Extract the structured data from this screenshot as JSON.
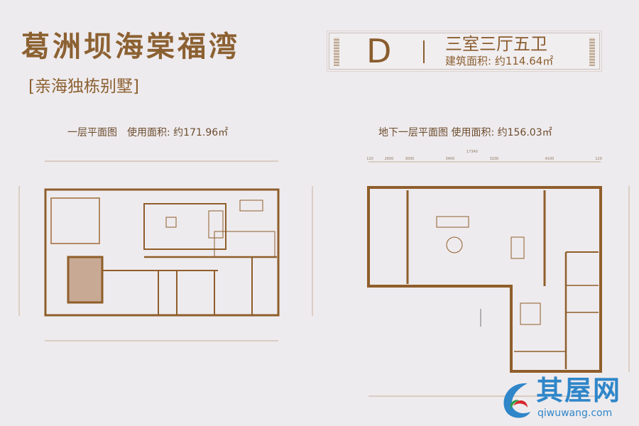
{
  "header": {
    "title": "葛洲坝海棠福湾",
    "subtitle": "[亲海独栋别墅]"
  },
  "unit_box": {
    "unit_letter": "D",
    "layout": "三室三厅五卫",
    "building_area": "建筑面积: 约114.64㎡"
  },
  "plans": [
    {
      "caption": "一层平面图　使用面积: 约171.96㎡"
    },
    {
      "caption": "地下一层平面图  使用面积: 约156.03㎡",
      "top_dimensions": [
        "120",
        "2600",
        "3000",
        "3400",
        "3200",
        "4100",
        "120"
      ],
      "top_total": "17340"
    }
  ],
  "watermark": {
    "name": "其屋网",
    "url": "qiwuwang.com"
  },
  "colors": {
    "background": "#eeebee",
    "wall": "#8f5e2a",
    "accent_text": "#8c6132",
    "logo_blue": "#2f86c9"
  }
}
